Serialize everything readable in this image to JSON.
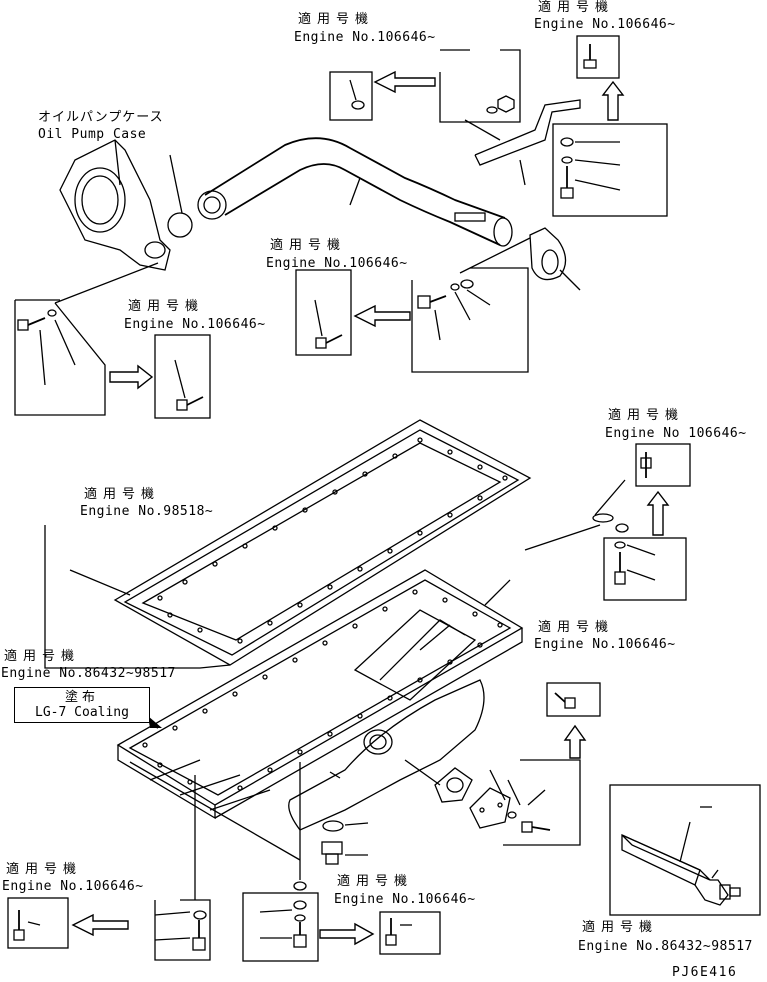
{
  "applicable_jp": "適用号機",
  "labels": {
    "engine_106646": "Engine No.106646~",
    "engine_106646_b": "Engine No 106646~",
    "engine_98518": "Engine No.98518~",
    "engine_86432_98517": "Engine No.86432~98517",
    "oil_pump_case_jp": "オイルパンプケース",
    "oil_pump_case_en": "Oil Pump Case",
    "coating_jp": "塗布",
    "coating_en": "LG-7 Coaling",
    "drawing_code": "PJ6E416"
  }
}
